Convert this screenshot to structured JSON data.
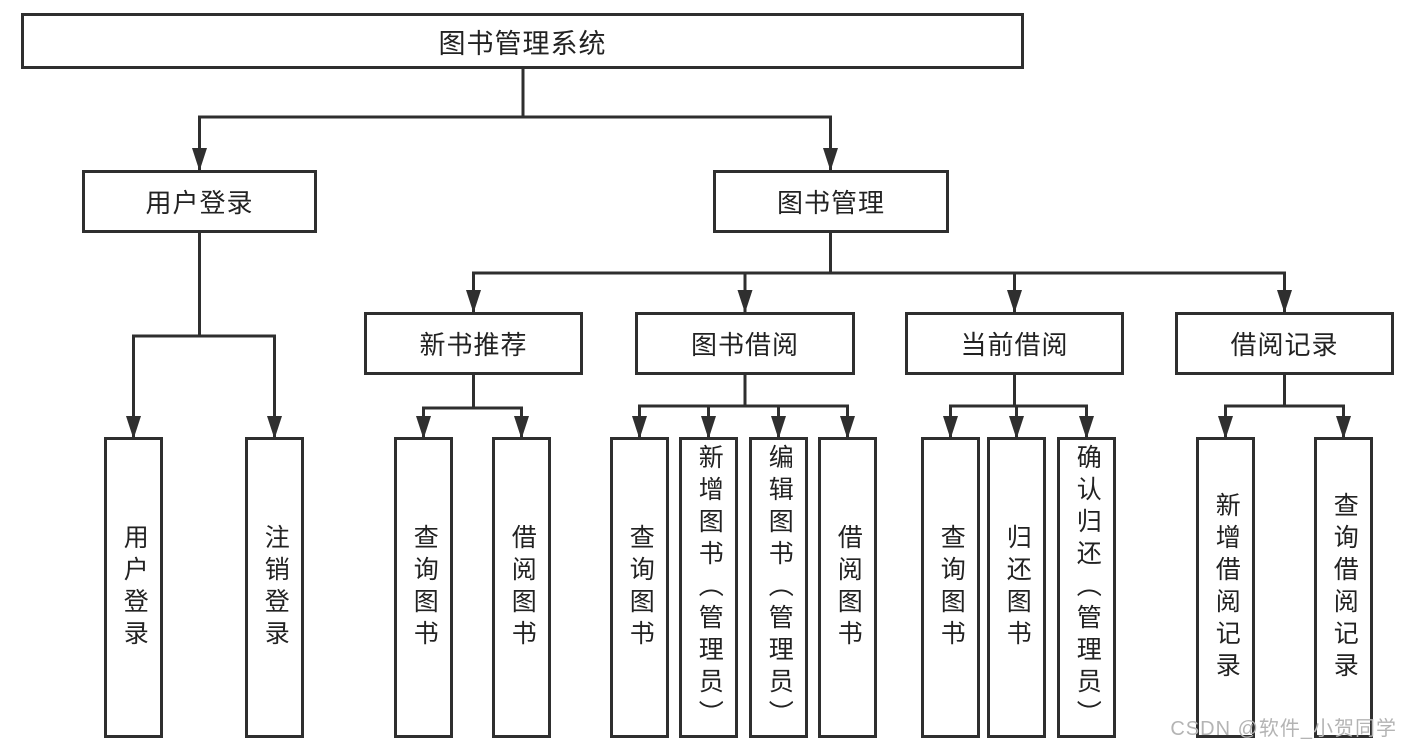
{
  "tree": {
    "root": "图书管理系统",
    "children": [
      {
        "label": "用户登录",
        "children": [
          {
            "label": "用户登录"
          },
          {
            "label": "注销登录"
          }
        ]
      },
      {
        "label": "图书管理",
        "children": [
          {
            "label": "新书推荐",
            "children": [
              {
                "label": "查询图书"
              },
              {
                "label": "借阅图书"
              }
            ]
          },
          {
            "label": "图书借阅",
            "children": [
              {
                "label": "查询图书"
              },
              {
                "label": "新增图书（管理员）"
              },
              {
                "label": "编辑图书（管理员）"
              },
              {
                "label": "借阅图书"
              }
            ]
          },
          {
            "label": "当前借阅",
            "children": [
              {
                "label": "查询图书"
              },
              {
                "label": "归还图书"
              },
              {
                "label": "确认归还（管理员）"
              }
            ]
          },
          {
            "label": "借阅记录",
            "children": [
              {
                "label": "新增借阅记录"
              },
              {
                "label": "查询借阅记录"
              }
            ]
          }
        ]
      }
    ]
  },
  "watermark": {
    "text": "CSDN @软件_小贺同学"
  },
  "colors": {
    "line": "#2f2f2f",
    "box_border": "#2f2f2f",
    "text": "#222222",
    "watermark_text": "#b4b4b4",
    "background": "#ffffff"
  }
}
